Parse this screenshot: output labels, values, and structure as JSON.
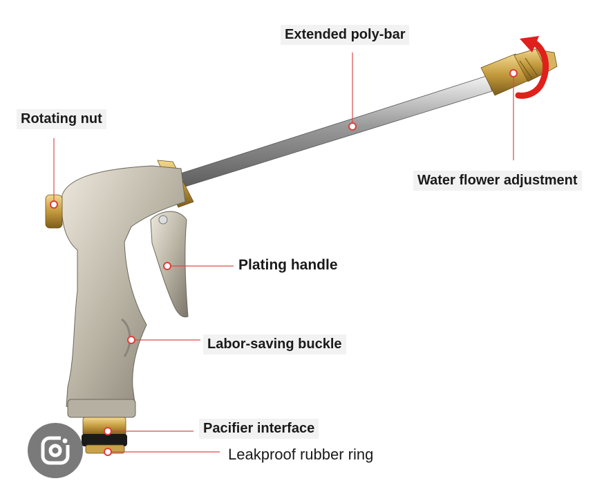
{
  "labels": {
    "extended_poly_bar": "Extended poly-bar",
    "rotating_nut": "Rotating nut",
    "water_flower_adjustment": "Water flower adjustment",
    "plating_handle": "Plating handle",
    "labor_saving_buckle": "Labor-saving buckle",
    "pacifier_interface": "Pacifier interface",
    "leakproof_rubber_ring": "Leakproof rubber ring"
  },
  "colors": {
    "leader": "#d94a4a",
    "marker": "#e23b3b",
    "brass": "#c8a24a",
    "silver": "#b8b3a6",
    "arrow": "#e0201c"
  },
  "icons": {
    "lens": "google-lens-icon"
  }
}
